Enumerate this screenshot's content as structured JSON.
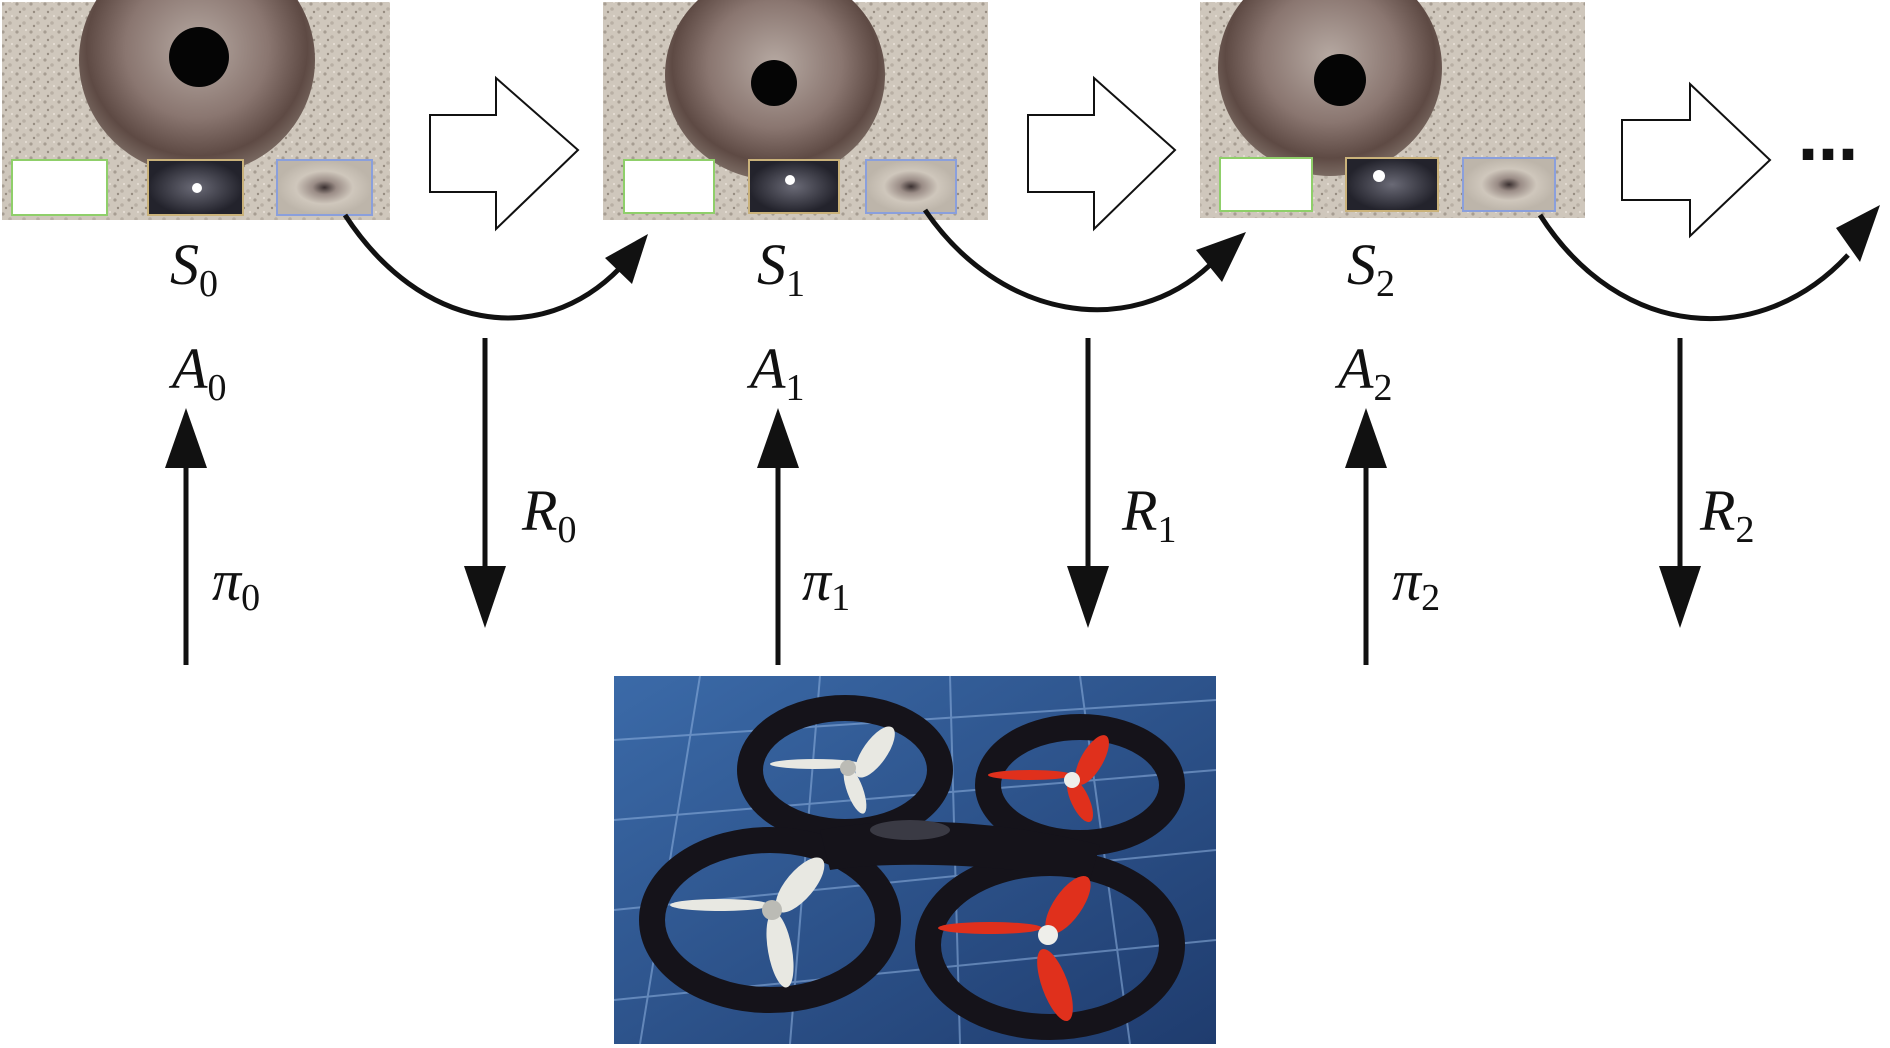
{
  "states": [
    {
      "symbol": "S",
      "sub": "0"
    },
    {
      "symbol": "S",
      "sub": "1"
    },
    {
      "symbol": "S",
      "sub": "2"
    }
  ],
  "actions": [
    {
      "symbol": "A",
      "sub": "0"
    },
    {
      "symbol": "A",
      "sub": "1"
    },
    {
      "symbol": "A",
      "sub": "2"
    }
  ],
  "rewards": [
    {
      "symbol": "R",
      "sub": "0"
    },
    {
      "symbol": "R",
      "sub": "1"
    },
    {
      "symbol": "R",
      "sub": "2"
    }
  ],
  "policies": [
    {
      "symbol": "π",
      "sub": "0"
    },
    {
      "symbol": "π",
      "sub": "1"
    },
    {
      "symbol": "π",
      "sub": "2"
    }
  ],
  "continuation": "…",
  "colors": {
    "arrow": "#111111",
    "hollow_arrow_fill": "#ffffff",
    "stone": "#cfc7bc",
    "well": "#5e4a44",
    "thumb_green": "#8fcf6a",
    "thumb_blue": "#8a9fdc",
    "floor": "#2c4f86",
    "drone_body": "#15131a",
    "prop_white": "#e8e8e2",
    "prop_red": "#e0301c"
  }
}
